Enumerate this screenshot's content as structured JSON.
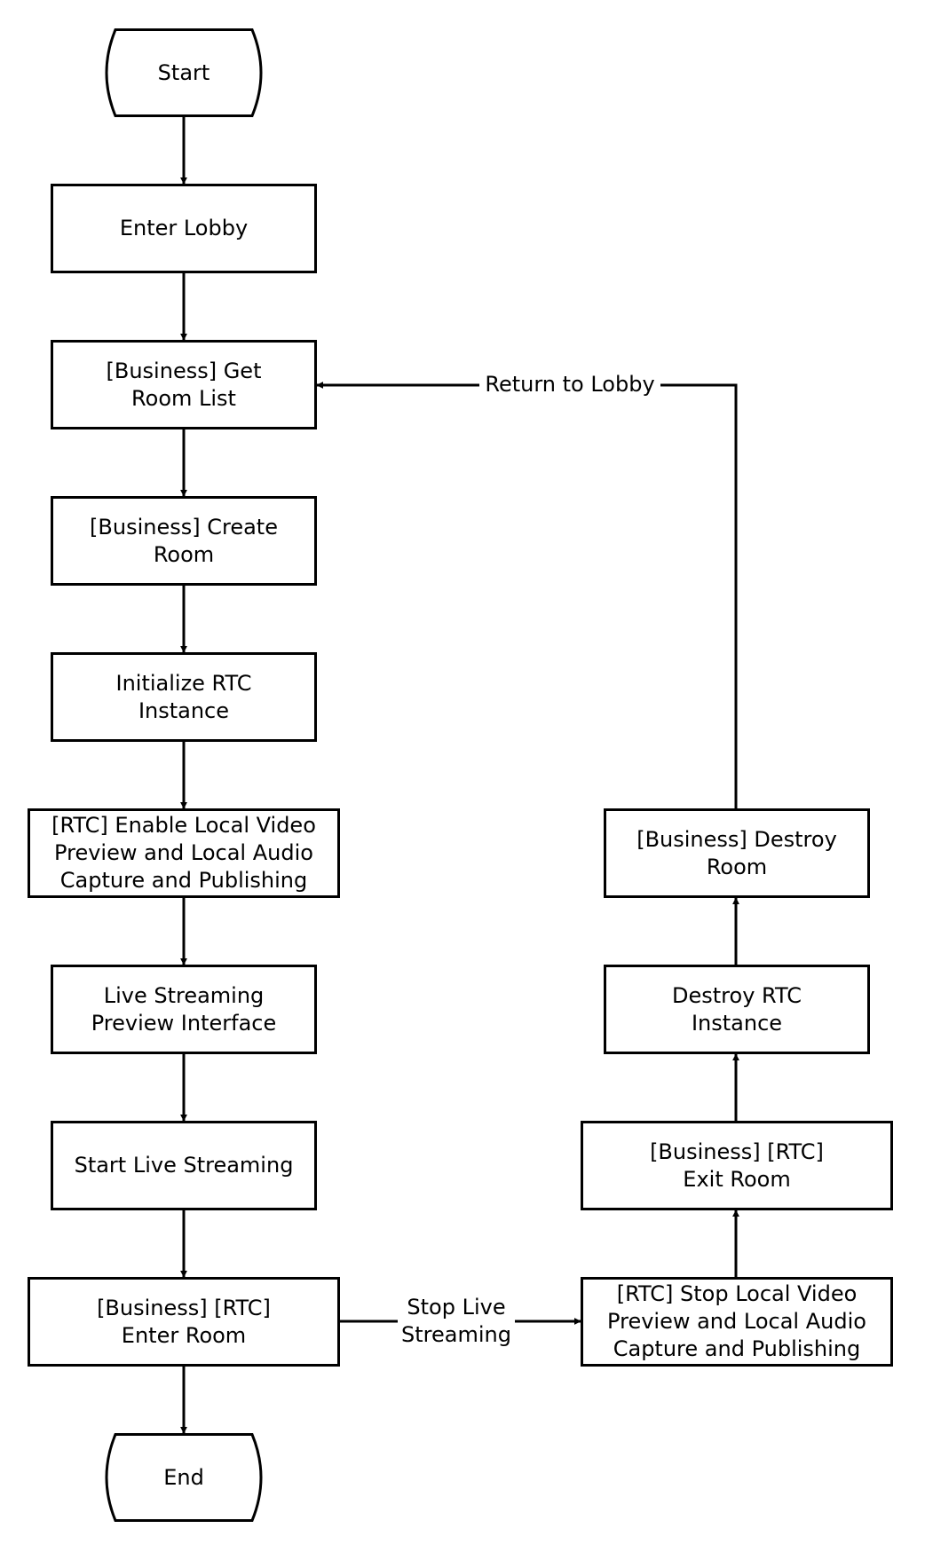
{
  "nodes": {
    "start": "Start",
    "enter_lobby": "Enter Lobby",
    "get_room_list": "[Business] Get\nRoom List",
    "create_room": "[Business] Create\nRoom",
    "init_rtc": "Initialize RTC\nInstance",
    "enable_local": "[RTC] Enable Local Video\nPreview and Local Audio\nCapture and Publishing",
    "preview_ui": "Live Streaming\nPreview Interface",
    "start_live": "Start Live Streaming",
    "enter_room": "[Business] [RTC]\nEnter Room",
    "end": "End",
    "stop_local": "[RTC] Stop Local Video\nPreview and Local Audio\nCapture and Publishing",
    "exit_room": "[Business] [RTC]\nExit Room",
    "destroy_rtc": "Destroy RTC\nInstance",
    "destroy_room": "[Business] Destroy\nRoom"
  },
  "edges": {
    "stop_live": "Stop Live\nStreaming",
    "return_lobby": "Return to Lobby"
  }
}
